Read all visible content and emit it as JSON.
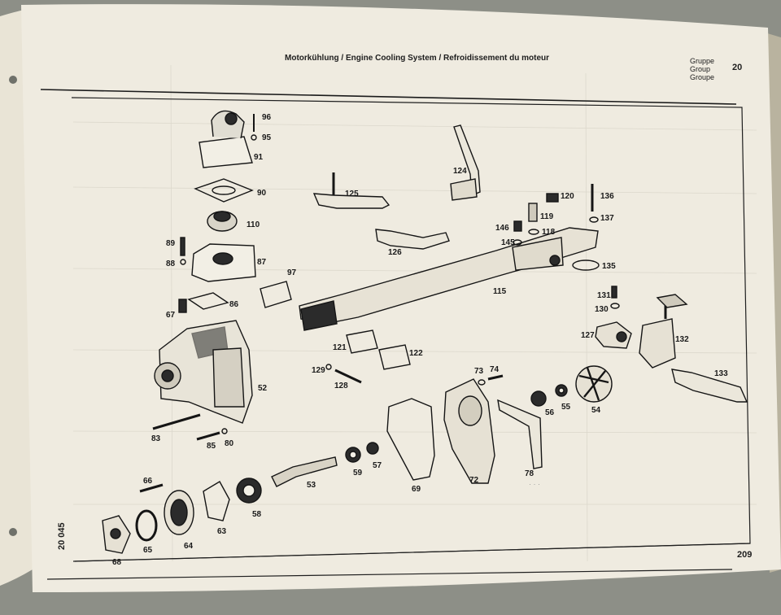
{
  "header": {
    "title": "Motorkühlung / Engine Cooling System / Refroidissement du moteur",
    "group_labels": [
      "Gruppe",
      "Group",
      "Groupe"
    ],
    "group_number": "20"
  },
  "footer": {
    "page_number": "209",
    "doc_code": "20 045"
  },
  "callouts": [
    {
      "id": "96",
      "text": "96"
    },
    {
      "id": "95",
      "text": "95"
    },
    {
      "id": "91",
      "text": "91"
    },
    {
      "id": "90",
      "text": "90"
    },
    {
      "id": "110",
      "text": "110"
    },
    {
      "id": "89",
      "text": "89"
    },
    {
      "id": "88",
      "text": "88"
    },
    {
      "id": "87",
      "text": "87"
    },
    {
      "id": "97",
      "text": "97"
    },
    {
      "id": "86",
      "text": "86"
    },
    {
      "id": "67",
      "text": "67"
    },
    {
      "id": "125",
      "text": "125"
    },
    {
      "id": "124",
      "text": "124"
    },
    {
      "id": "126",
      "text": "126"
    },
    {
      "id": "120",
      "text": "120"
    },
    {
      "id": "136",
      "text": "136"
    },
    {
      "id": "119",
      "text": "119"
    },
    {
      "id": "137",
      "text": "137"
    },
    {
      "id": "146",
      "text": "146"
    },
    {
      "id": "118",
      "text": "118"
    },
    {
      "id": "145",
      "text": "145"
    },
    {
      "id": "135",
      "text": "135"
    },
    {
      "id": "115",
      "text": "115"
    },
    {
      "id": "131",
      "text": "131"
    },
    {
      "id": "130",
      "text": "130"
    },
    {
      "id": "127",
      "text": "127"
    },
    {
      "id": "132",
      "text": "132"
    },
    {
      "id": "121",
      "text": "121"
    },
    {
      "id": "122",
      "text": "122"
    },
    {
      "id": "129",
      "text": "129"
    },
    {
      "id": "128",
      "text": "128"
    },
    {
      "id": "73",
      "text": "73"
    },
    {
      "id": "74",
      "text": "74"
    },
    {
      "id": "133",
      "text": "133"
    },
    {
      "id": "52",
      "text": "52"
    },
    {
      "id": "56",
      "text": "56"
    },
    {
      "id": "55",
      "text": "55"
    },
    {
      "id": "54",
      "text": "54"
    },
    {
      "id": "83",
      "text": "83"
    },
    {
      "id": "85",
      "text": "85"
    },
    {
      "id": "80",
      "text": "80"
    },
    {
      "id": "59",
      "text": "59"
    },
    {
      "id": "57",
      "text": "57"
    },
    {
      "id": "53",
      "text": "53"
    },
    {
      "id": "69",
      "text": "69"
    },
    {
      "id": "72",
      "text": "72"
    },
    {
      "id": "78",
      "text": "78"
    },
    {
      "id": "66",
      "text": "66"
    },
    {
      "id": "58",
      "text": "58"
    },
    {
      "id": "63",
      "text": "63"
    },
    {
      "id": "65",
      "text": "65"
    },
    {
      "id": "64",
      "text": "64"
    },
    {
      "id": "68",
      "text": "68"
    }
  ]
}
